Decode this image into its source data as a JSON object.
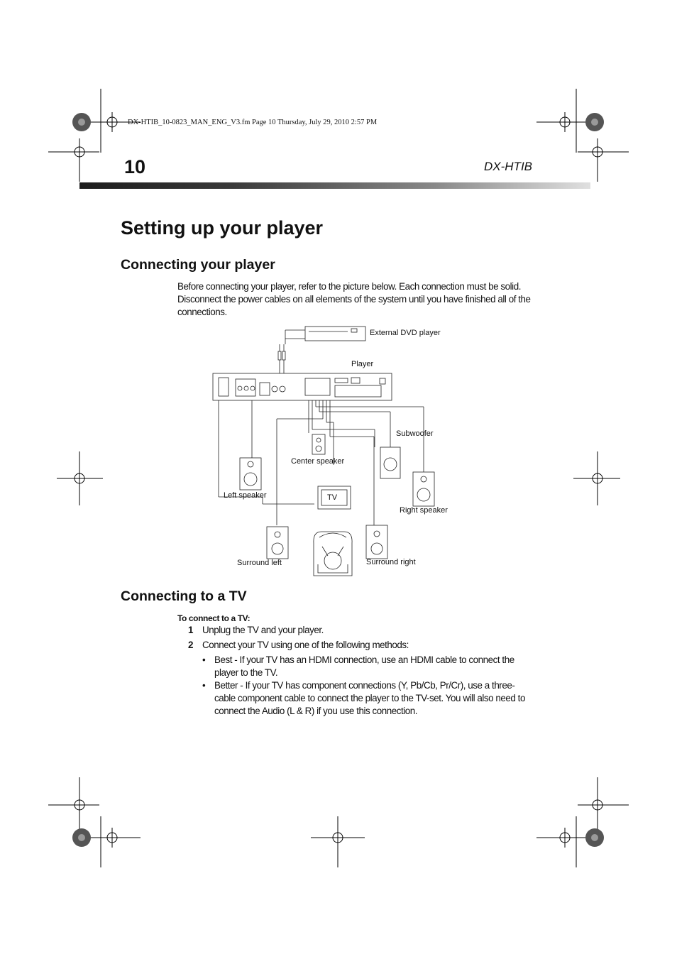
{
  "header": {
    "file_info": "DX-HTIB_10-0823_MAN_ENG_V3.fm  Page 10  Thursday, July 29, 2010  2:57 PM",
    "page_number": "10",
    "model": "DX-HTIB"
  },
  "section": {
    "title": "Setting up your player",
    "connecting_player": {
      "heading": "Connecting your player",
      "body": "Before connecting your player, refer to the picture below. Each connection must be solid. Disconnect the power cables on all elements of the system until you have finished all of the connections."
    },
    "diagram": {
      "labels": {
        "external_dvd": "External DVD player",
        "player": "Player",
        "subwoofer": "Subwoofer",
        "center_speaker": "Center speaker",
        "left_speaker": "Left speaker",
        "tv": "TV",
        "right_speaker": "Right speaker",
        "surround_left": "Surround left",
        "surround_right": "Surround right"
      }
    },
    "connecting_tv": {
      "heading": "Connecting to a TV",
      "lead": "To connect to a TV:",
      "steps": [
        {
          "num": "1",
          "text": "Unplug the TV and your player."
        },
        {
          "num": "2",
          "text": "Connect your TV using one of the following methods:"
        }
      ],
      "bullets": [
        {
          "mark": "•",
          "text": "Best - If your TV has an HDMI connection, use an HDMI cable to connect the player to the TV."
        },
        {
          "mark": "•",
          "text": "Better - If your TV has component connections (Y, Pb/Cb, Pr/Cr), use a three-cable component cable to connect the player to the TV-set. You will also need to connect the Audio (L & R) if you use this connection."
        }
      ]
    }
  }
}
